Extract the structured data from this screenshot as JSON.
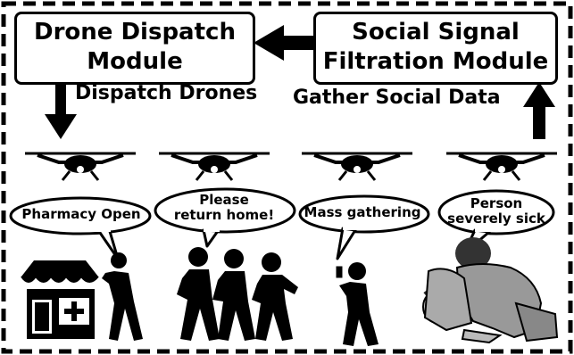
{
  "modules": {
    "dispatch": {
      "line1": "Drone Dispatch",
      "line2": "Module"
    },
    "filtration": {
      "line1": "Social Signal",
      "line2": "Filtration Module"
    }
  },
  "edges": {
    "dispatch_label": "Dispatch Drones",
    "gather_label": "Gather Social Data"
  },
  "scenes": [
    {
      "bubble_lines": [
        "Pharmacy Open"
      ],
      "icon": "pharmacy-store-icon"
    },
    {
      "bubble_lines": [
        "Please",
        "return home!"
      ],
      "icon": "group-walking-icon"
    },
    {
      "bubble_lines": [
        "Mass gathering"
      ],
      "icon": "person-with-phone-icon"
    },
    {
      "bubble_lines": [
        "Person",
        "severely sick"
      ],
      "icon": "sick-person-help-icon"
    }
  ]
}
